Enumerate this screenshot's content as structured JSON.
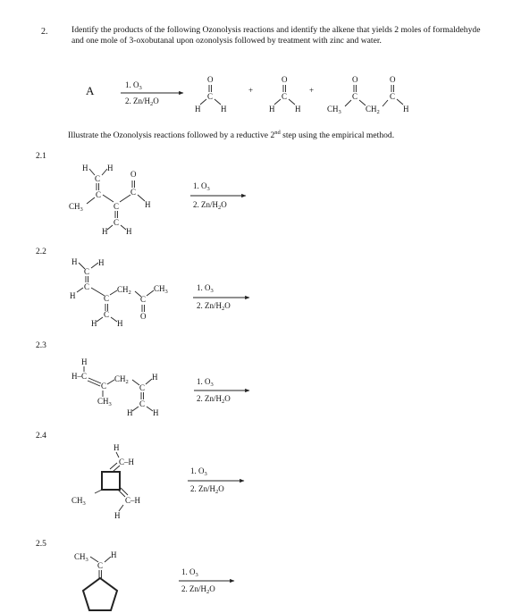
{
  "question": {
    "number": "2.",
    "text": "Identify the products of the following Ozonolysis reactions and identify the alkene that yields 2 moles of formaldehyde and one mole of 3-oxobutanal upon ozonolysis followed by treatment with zinc and water.",
    "reactant_label": "A",
    "instruction_pre": "Illustrate the Ozonolysis reactions followed by a reductive 2",
    "instruction_sup": "nd",
    "instruction_post": " step using the empirical method."
  },
  "reagents": {
    "step1": "1. O",
    "step1_sub": "3",
    "step2": "2. Zn/H",
    "step2_sub": "2",
    "step2_end": "O"
  },
  "atoms": {
    "H": "H",
    "C": "C",
    "O": "O",
    "CH3": "CH",
    "CH2": "CH",
    "sub3": "3",
    "sub2": "2",
    "plus": "+",
    "CH_dash": "C–H",
    "H_dash": "H–C"
  },
  "subquestions": [
    "2.1",
    "2.2",
    "2.3",
    "2.4",
    "2.5"
  ]
}
